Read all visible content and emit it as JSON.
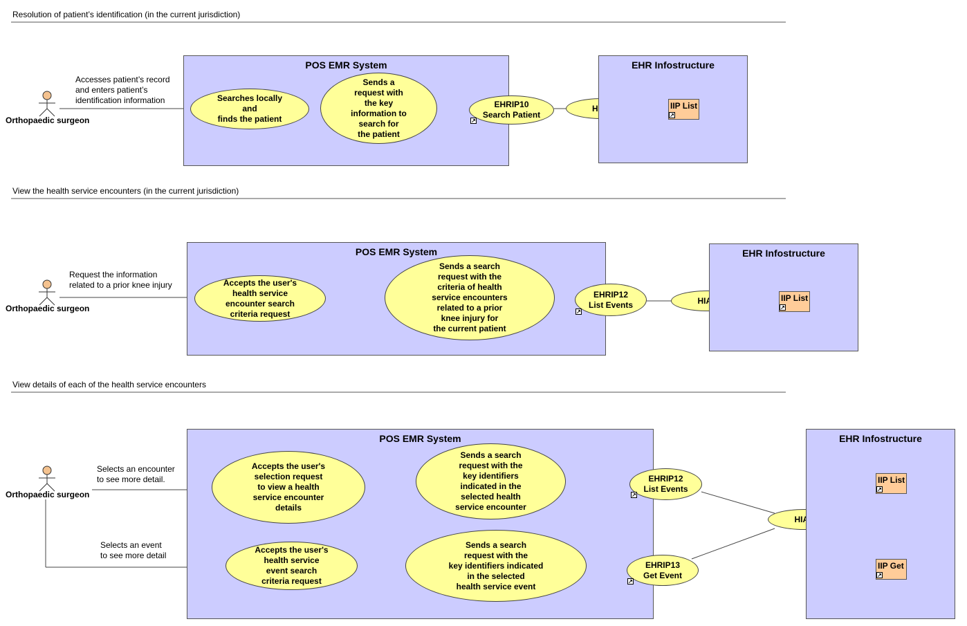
{
  "sections": [
    {
      "title": "Resolution of patient’s identification (in the current jurisdiction)",
      "actor": "Orthopaedic surgeon",
      "actor_note": "Accesses patient’s record\nand enters patient’s\nidentification information",
      "emr_title": "POS EMR System",
      "emr_usecases": [
        "Searches locally\nand\nfinds the patient",
        "Sends a\nrequest with\nthe key\ninformation to\nsearch for\nthe patient"
      ],
      "interface": "EHRIP10\nSearch Patient",
      "hial": "HIAL",
      "ehr_title": "EHR Infostructure",
      "ehr_components": [
        "IIP List"
      ]
    },
    {
      "title": "View the health service encounters (in the current jurisdiction)",
      "actor": "Orthopaedic surgeon",
      "actor_note": "Request the information\nrelated to a prior knee injury",
      "emr_title": "POS EMR System",
      "emr_usecases": [
        "Accepts the user's\nhealth service\nencounter search\ncriteria request",
        "Sends a search\nrequest with the\ncriteria of health\nservice encounters\nrelated to a prior\nknee injury for\nthe current patient"
      ],
      "interface": "EHRIP12\nList Events",
      "hial": "HIAL",
      "ehr_title": "EHR Infostructure",
      "ehr_components": [
        "IIP List"
      ]
    },
    {
      "title": "View details of each of the health service encounters",
      "actor": "Orthopaedic surgeon",
      "actor_notes": [
        "Selects an encounter\nto see more detail.",
        "Selects an event\nto see more detail"
      ],
      "emr_title": "POS EMR System",
      "emr_usecases": [
        "Accepts the user's\nselection request\nto view a health\nservice encounter\ndetails",
        "Sends a search\nrequest with the\nkey identifiers\nindicated in the\nselected health\nservice encounter",
        "Accepts the user's\nhealth service\nevent search\ncriteria request",
        "Sends a search\nrequest with the\nkey identifiers indicated\nin the selected\nhealth service event"
      ],
      "interfaces": [
        "EHRIP12\nList Events",
        "EHRIP13\nGet Event"
      ],
      "hial": "HIAL",
      "ehr_title": "EHR Infostructure",
      "ehr_components": [
        "IIP List",
        "IIP Get"
      ]
    }
  ],
  "colors": {
    "system_box": "#ccccff",
    "usecase": "#ffff99",
    "component": "#ffcc99",
    "actor_head": "#f4c28f"
  }
}
